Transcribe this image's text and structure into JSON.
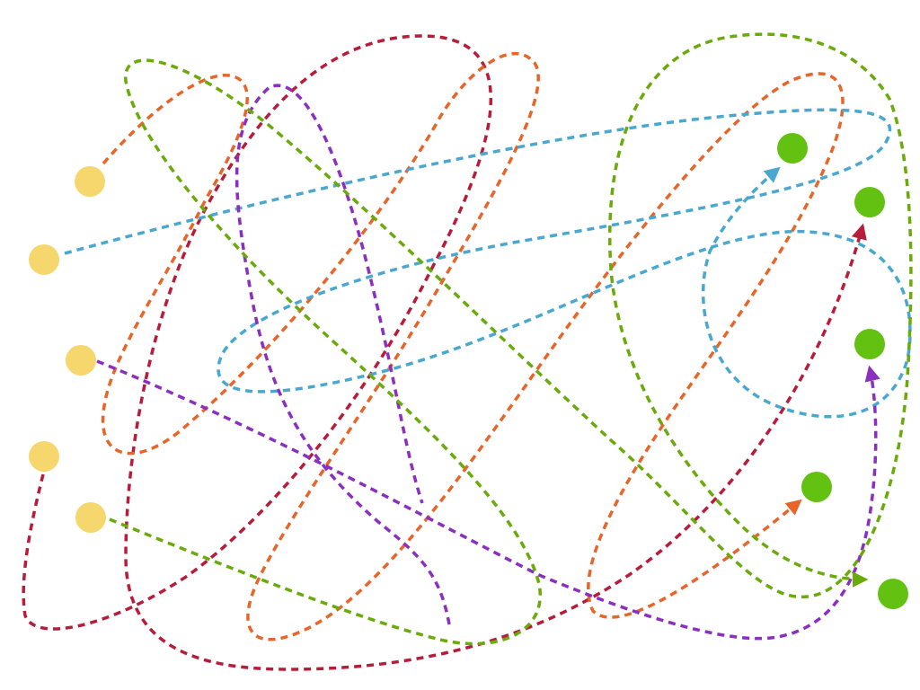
{
  "diagram": {
    "background": "#ffffff",
    "source_color": "#f5d76e",
    "target_color": "#63c112",
    "paths": [
      {
        "id": "orange-1",
        "color": "#e8652a",
        "from": "source-1",
        "to": "target-4"
      },
      {
        "id": "blue-1",
        "color": "#4aa8d0",
        "from": "source-2",
        "to": "target-1"
      },
      {
        "id": "purple-1",
        "color": "#8a2fc0",
        "from": "source-3",
        "to": "target-3"
      },
      {
        "id": "crimson-1",
        "color": "#b71c3a",
        "from": "source-4",
        "to": "target-2"
      },
      {
        "id": "green-1",
        "color": "#6aaa0a",
        "from": "source-5",
        "to": "target-5"
      },
      {
        "id": "crimson-2",
        "color": "#b71c3a",
        "from": "",
        "to": ""
      },
      {
        "id": "purple-2",
        "color": "#8a2fc0",
        "from": "",
        "to": ""
      }
    ]
  }
}
